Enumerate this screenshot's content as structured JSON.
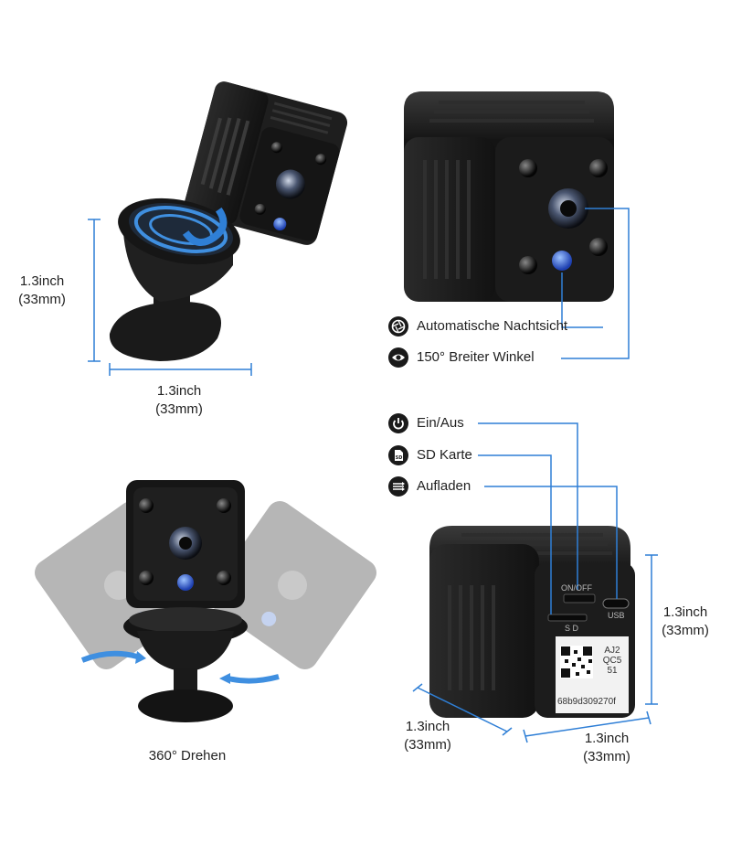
{
  "dimensions": {
    "top_left_height": [
      "1.3inch",
      "(33mm)"
    ],
    "top_left_width": [
      "1.3inch",
      "(33mm)"
    ],
    "bottom_right_depth": [
      "1.3inch",
      "(33mm)"
    ],
    "bottom_right_width": [
      "1.3inch",
      "(33mm)"
    ],
    "bottom_right_height": [
      "1.3inch",
      "(33mm)"
    ]
  },
  "features_front": [
    {
      "icon": "shutter-icon",
      "label": "Automatische Nachtsicht"
    },
    {
      "icon": "eye-icon",
      "label": "150° Breiter Winkel"
    }
  ],
  "features_back": [
    {
      "icon": "power-icon",
      "label": "Ein/Aus"
    },
    {
      "icon": "sd-card-icon",
      "label": "SD Karte"
    },
    {
      "icon": "charging-icon",
      "label": "Aufladen"
    }
  ],
  "rotation_caption": "360° Drehen",
  "back_panel": {
    "switch_label": "ON/OFF",
    "sd_label": "S D",
    "usb_label": "USB",
    "qr_text": [
      "AJ2",
      "QC5",
      "51"
    ],
    "serial": "68b9d309270f"
  },
  "colors": {
    "accent": "#2f7fd6",
    "body": "#1c1c1c"
  }
}
